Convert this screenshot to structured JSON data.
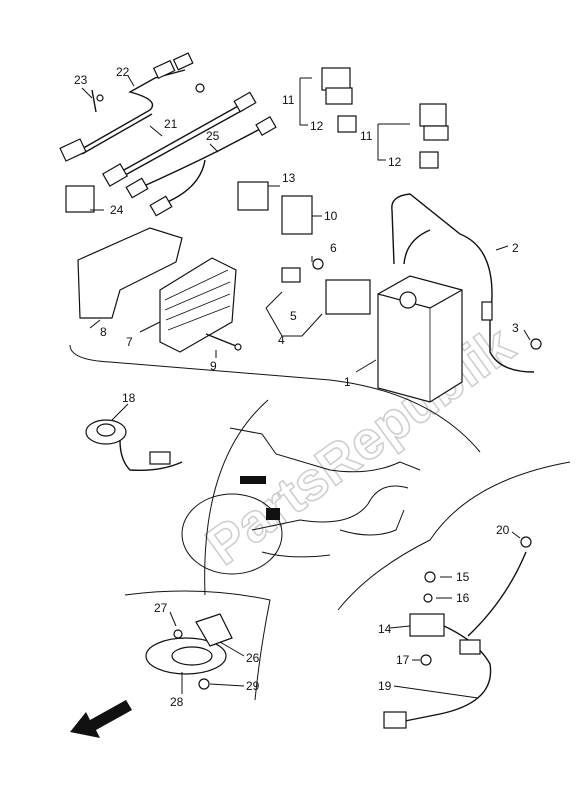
{
  "watermark": "PartsRepublik",
  "callouts": {
    "c1": "1",
    "c2": "2",
    "c3": "3",
    "c4": "4",
    "c5": "5",
    "c6": "6",
    "c7": "7",
    "c8": "8",
    "c9": "9",
    "c10": "10",
    "c11a": "11",
    "c11b": "11",
    "c12a": "12",
    "c12b": "12",
    "c13": "13",
    "c14": "14",
    "c15": "15",
    "c16": "16",
    "c17": "17",
    "c18": "18",
    "c19": "19",
    "c20": "20",
    "c21": "21",
    "c22": "22",
    "c23": "23",
    "c24": "24",
    "c25": "25",
    "c26": "26",
    "c27": "27",
    "c28": "28",
    "c29": "29"
  },
  "icons": {
    "direction_arrow": "front-direction-arrow-icon",
    "battery_terminal": "gear-terminal-icon"
  }
}
